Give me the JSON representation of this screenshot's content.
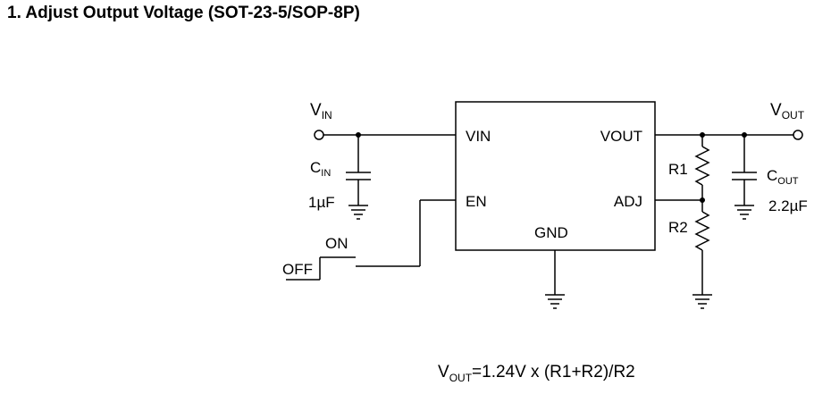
{
  "title": "1. Adjust Output Voltage (SOT-23-5/SOP-8P)",
  "labels": {
    "vin_main": "V",
    "vin_sub": "IN",
    "vout_main": "V",
    "vout_sub": "OUT",
    "cin_main": "C",
    "cin_sub": "IN",
    "cin_value": "1µF",
    "cout_main": "C",
    "cout_sub": "OUT",
    "cout_value": "2.2µF",
    "r1": "R1",
    "r2": "R2",
    "on": "ON",
    "off": "OFF"
  },
  "ic": {
    "pin_vin": "VIN",
    "pin_en": "EN",
    "pin_gnd": "GND",
    "pin_vout": "VOUT",
    "pin_adj": "ADJ"
  },
  "formula": {
    "lhs_main": "V",
    "lhs_sub": "OUT",
    "rhs": "=1.24V x (R1+R2)/R2"
  }
}
